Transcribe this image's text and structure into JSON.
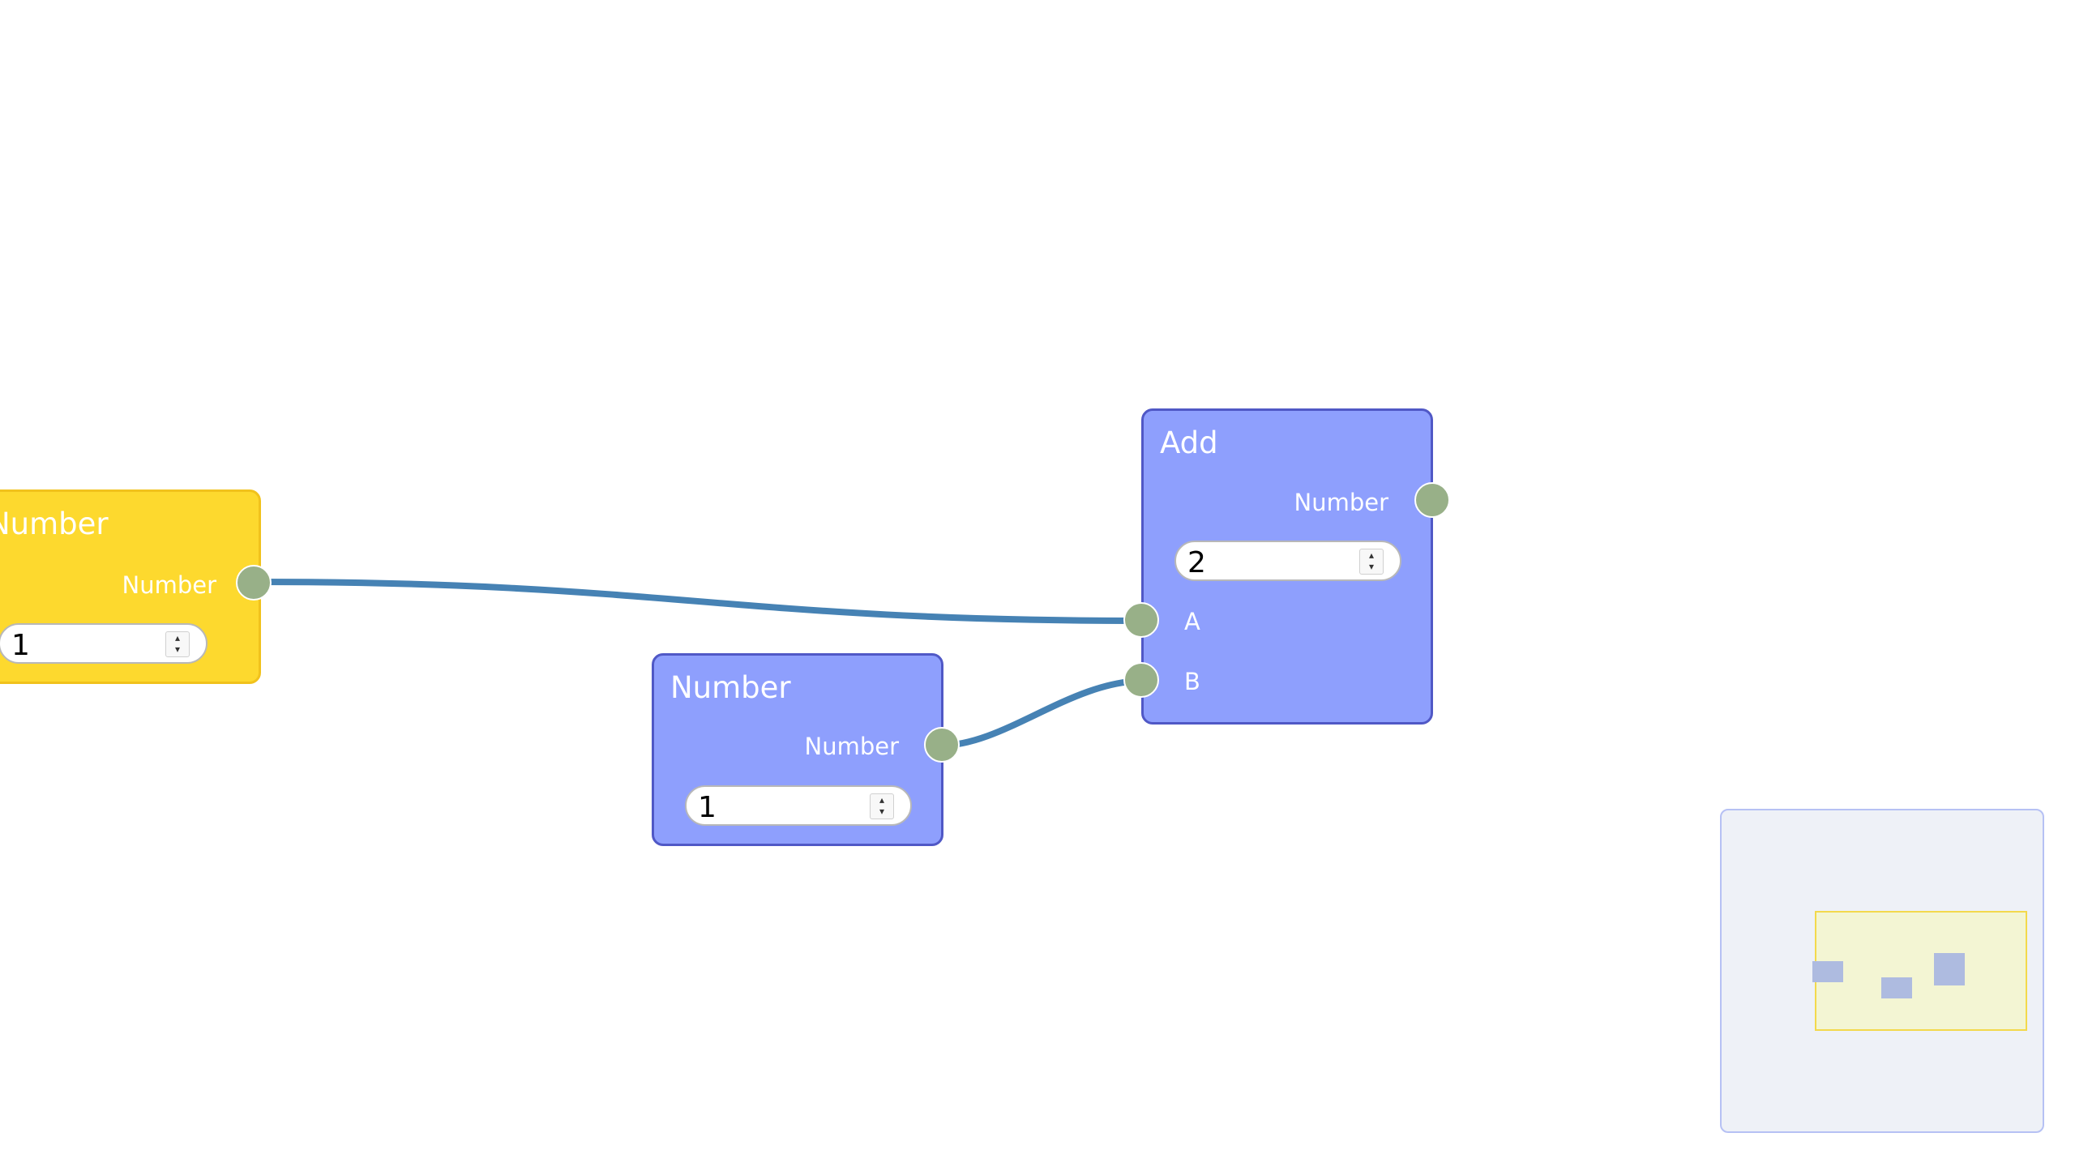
{
  "colors": {
    "canvas_background": "#ffffff",
    "selected_node_fill": "#fdd92e",
    "selected_node_border": "#f1c21c",
    "node_fill": "#8e9ffd",
    "node_border": "#5058c6",
    "socket": "#98b088",
    "connection": "#4682b4",
    "minimap_background": "#eef1f7",
    "minimap_viewport": "#f3f5d3"
  },
  "nodes": {
    "number_selected": {
      "title": "Number",
      "output": "Number",
      "value": "1"
    },
    "number": {
      "title": "Number",
      "output": "Number",
      "value": "1"
    },
    "add": {
      "title": "Add",
      "output": "Number",
      "value": "2",
      "input_a": "A",
      "input_b": "B"
    }
  },
  "icons": {
    "socket": "socket-circle-icon",
    "spinner": "spinner-arrows-icon"
  }
}
